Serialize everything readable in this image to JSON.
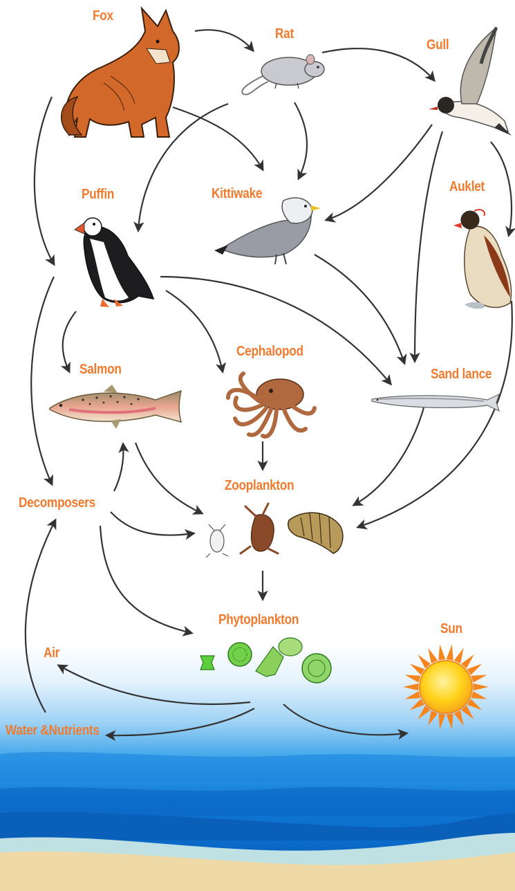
{
  "colors": {
    "label": "#f07a2e",
    "arrow": "#333333",
    "sea_light": "#dbeefb",
    "sea_mid": "#3fa6ea",
    "sea_deep": "#0a6fcf",
    "sand": "#efd9a6",
    "sun": "#ffcc00",
    "sun_rays": "#f5861f"
  },
  "labels": {
    "fox": "Fox",
    "rat": "Rat",
    "gull": "Gull",
    "puffin": "Puffin",
    "kittiwake": "Kittiwake",
    "auklet": "Auklet",
    "salmon": "Salmon",
    "cephalopod": "Cephalopod",
    "sand_lance": "Sand lance",
    "zooplankton": "Zooplankton",
    "decomposers": "Decomposers",
    "phytoplankton": "Phytoplankton",
    "sun": "Sun",
    "air": "Air",
    "water_nutrients": "Water &Nutrients"
  },
  "icons": {
    "fox": "fox-icon",
    "rat": "rat-icon",
    "gull": "gull-icon",
    "puffin": "puffin-icon",
    "kittiwake": "kittiwake-icon",
    "auklet": "auklet-icon",
    "salmon": "salmon-icon",
    "cephalopod": "octopus-icon",
    "sand_lance": "sand-lance-icon",
    "zooplankton": "zooplankton-icon",
    "phytoplankton": "phytoplankton-icon",
    "sun": "sun-icon"
  }
}
